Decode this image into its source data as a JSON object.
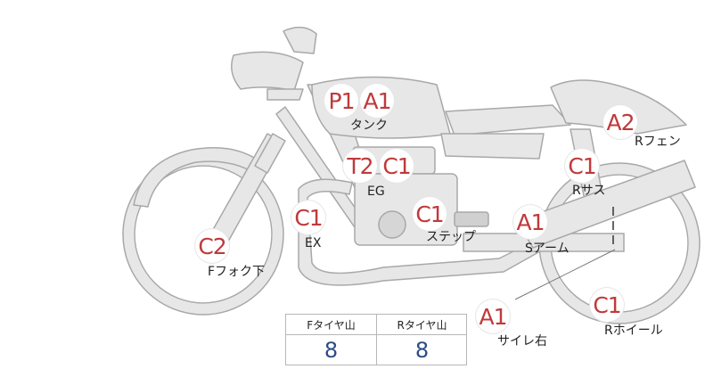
{
  "grades": [
    {
      "id": "tank-p1",
      "code": "P1"
    },
    {
      "id": "tank-a1",
      "code": "A1"
    },
    {
      "id": "rfender-a2",
      "code": "A2"
    },
    {
      "id": "eg-t2",
      "code": "T2"
    },
    {
      "id": "eg-c1",
      "code": "C1"
    },
    {
      "id": "rsus-c1",
      "code": "C1"
    },
    {
      "id": "ex-c1",
      "code": "C1"
    },
    {
      "id": "step-c1",
      "code": "C1"
    },
    {
      "id": "sarm-a1",
      "code": "A1"
    },
    {
      "id": "ffork-c2",
      "code": "C2"
    },
    {
      "id": "silencer-a1",
      "code": "A1"
    },
    {
      "id": "rwheel-c1",
      "code": "C1"
    }
  ],
  "labels": {
    "tank": "タンク",
    "rfender": "Rフェン",
    "eg": "EG",
    "rsus": "Rサス",
    "ex": "EX",
    "step": "ステップ",
    "sarm": "Sアーム",
    "ffork": "Fフォク下",
    "silencer": "サイレ右",
    "rwheel": "Rホイール"
  },
  "tires": {
    "front_label": "Fタイヤ山",
    "front_value": "8",
    "rear_label": "Rタイヤ山",
    "rear_value": "8"
  },
  "colors": {
    "grade": "#c0393b",
    "tire_value": "#2c4c86",
    "body_fill": "#e6e6e6",
    "body_stroke": "#a9a9a9"
  }
}
